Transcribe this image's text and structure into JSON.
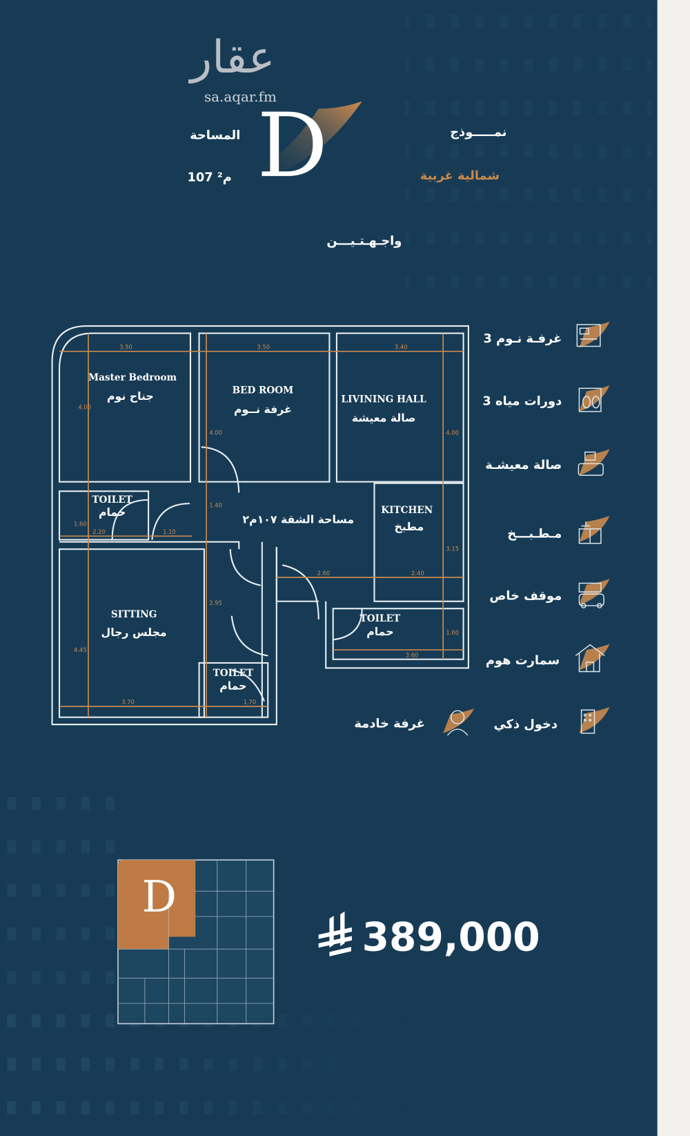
{
  "colors": {
    "background": "#173b55",
    "accent": "#c98a4e",
    "text": "#ffffff",
    "side_strip": "#f2f0ec"
  },
  "watermark": {
    "logo_text": "عقار",
    "url": "sa.aqar.fm"
  },
  "header": {
    "area_label": "المساحة",
    "area_value": "107 م²",
    "model_letter": "D",
    "model_label": "نمـــــوذج",
    "orientation": "شمالية غربية",
    "facades": "واجـهـتـيـــن"
  },
  "floor_plan": {
    "rooms": [
      {
        "en": "Master Bedroom",
        "ar": "جناح نوم"
      },
      {
        "en": "BED ROOM",
        "ar": "غرفة نــوم"
      },
      {
        "en": "LIVINING HALL",
        "ar": "صالة معيشة"
      },
      {
        "en": "TOILET",
        "ar": "حمام"
      },
      {
        "en": "KITCHEN",
        "ar": "مطبخ"
      },
      {
        "en": "SITTING",
        "ar": "مجلس رجال"
      },
      {
        "en": "TOILET",
        "ar": "حمام"
      },
      {
        "en": "TOILET",
        "ar": "حمام"
      }
    ],
    "apartment_area": "مساحة الشقة ١٠٧م٢",
    "dimensions": [
      "3.50",
      "3.50",
      "3.40",
      "4.00",
      "4.00",
      "4.00",
      "1.60",
      "2.20",
      "1.10",
      "1.40",
      "3.15",
      "2.60",
      "2.40",
      "2.95",
      "4.45",
      "3.70",
      "1.70",
      "1.60",
      "3.60"
    ]
  },
  "features": [
    {
      "label": "3 غرفـة نـوم",
      "icon": "bedroom-icon"
    },
    {
      "label": "3 دورات مياه",
      "icon": "bathroom-icon"
    },
    {
      "label": "صالة معيشـة",
      "icon": "living-room-icon"
    },
    {
      "label": "مـطـبـــخ",
      "icon": "kitchen-icon"
    },
    {
      "label": "موقف خاص",
      "icon": "parking-icon"
    },
    {
      "label": "سمارت هوم",
      "icon": "smart-home-icon"
    },
    {
      "label": "دخول ذكي",
      "icon": "smart-entry-icon"
    },
    {
      "label": "غرفة خادمة",
      "icon": "maid-icon"
    }
  ],
  "thumbnail": {
    "letter": "D"
  },
  "price": {
    "value": "389,000",
    "currency_icon": "saudi-riyal-icon"
  }
}
